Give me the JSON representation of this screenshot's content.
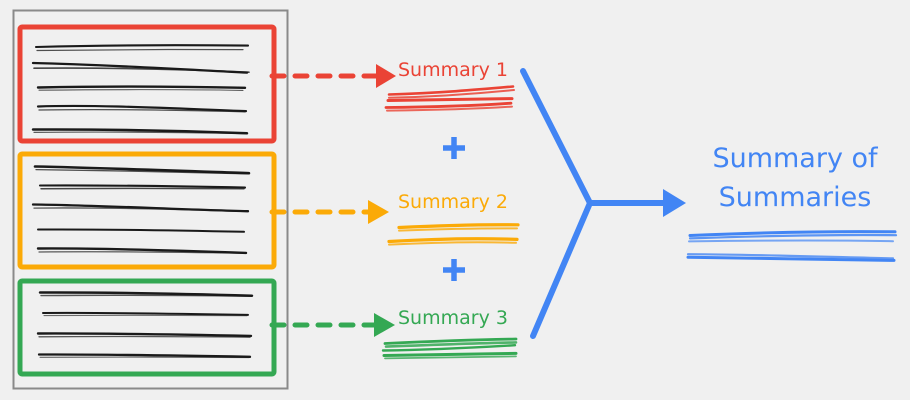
{
  "diagram": {
    "title": "Hierarchical map-reduce summarization diagram",
    "background_color": "#f0f0f0",
    "source_panel": {
      "name": "source-documents-panel",
      "border_color": "#8a8a8a",
      "groups": [
        {
          "id": "group-1",
          "color": "#ea4335",
          "line_count": 5
        },
        {
          "id": "group-2",
          "color": "#fbaa07",
          "line_count": 5
        },
        {
          "id": "group-3",
          "color": "#34a853",
          "line_count": 4
        }
      ]
    },
    "summaries": [
      {
        "id": "summary-1",
        "label": "Summary 1",
        "color": "#ea4335",
        "arrow_style": "dashed"
      },
      {
        "id": "summary-2",
        "label": "Summary 2",
        "color": "#fbaa07",
        "arrow_style": "dashed"
      },
      {
        "id": "summary-3",
        "label": "Summary 3",
        "color": "#34a853",
        "arrow_style": "dashed"
      }
    ],
    "operators": [
      {
        "id": "plus-1",
        "symbol": "+",
        "color": "#4285f4"
      },
      {
        "id": "plus-2",
        "symbol": "+",
        "color": "#4285f4"
      }
    ],
    "merge_arrow": {
      "name": "merge-arrow",
      "color": "#4285f4",
      "style": "solid"
    },
    "final": {
      "id": "summary-of-summaries",
      "label_line_1": "Summary of",
      "label_line_2": "Summaries",
      "color": "#4285f4"
    }
  }
}
